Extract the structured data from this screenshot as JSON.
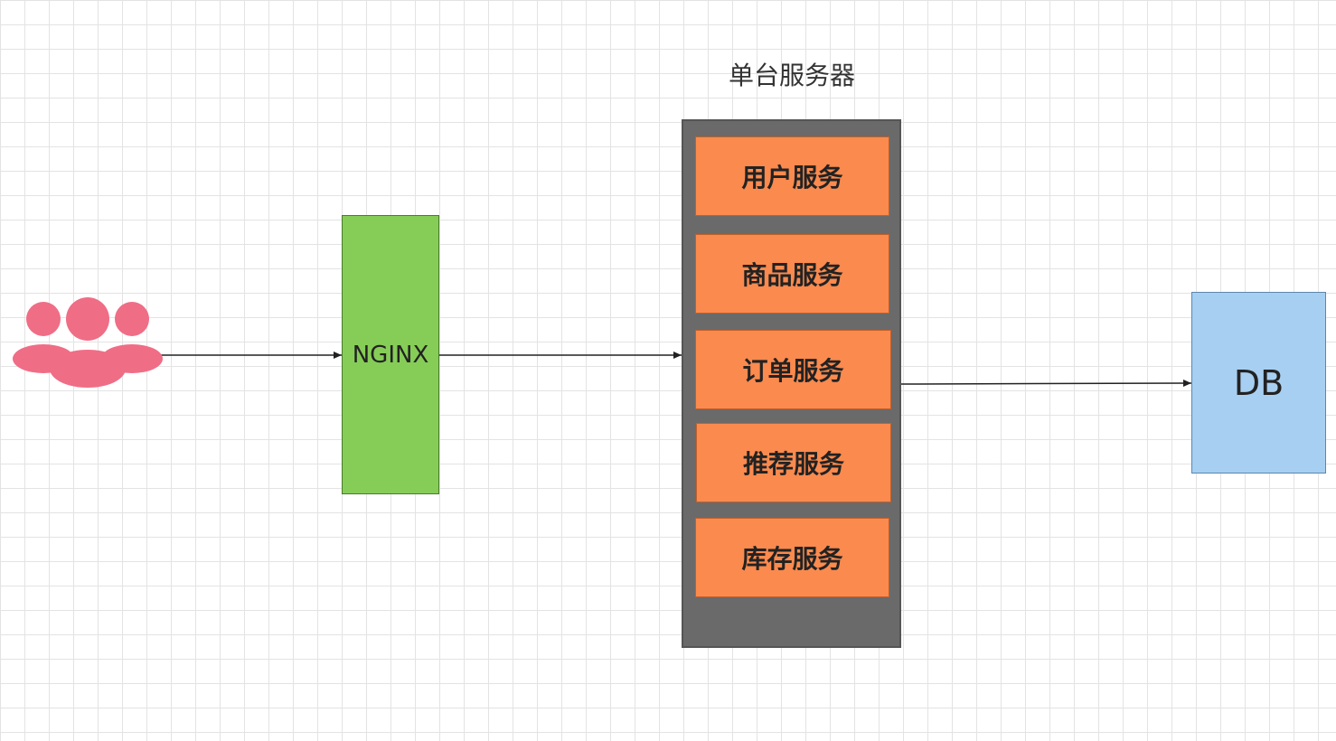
{
  "diagram": {
    "server_title": "单台服务器",
    "nginx_label": "NGINX",
    "db_label": "DB",
    "services": [
      "用户服务",
      "商品服务",
      "订单服务",
      "推荐服务",
      "库存服务"
    ],
    "user_icon": "users-icon",
    "colors": {
      "users": "#f06d86",
      "nginx": "#86cd57",
      "server": "#6a6a6a",
      "service": "#fa8a4e",
      "db": "#a7cff2",
      "edge": "#222222"
    }
  }
}
